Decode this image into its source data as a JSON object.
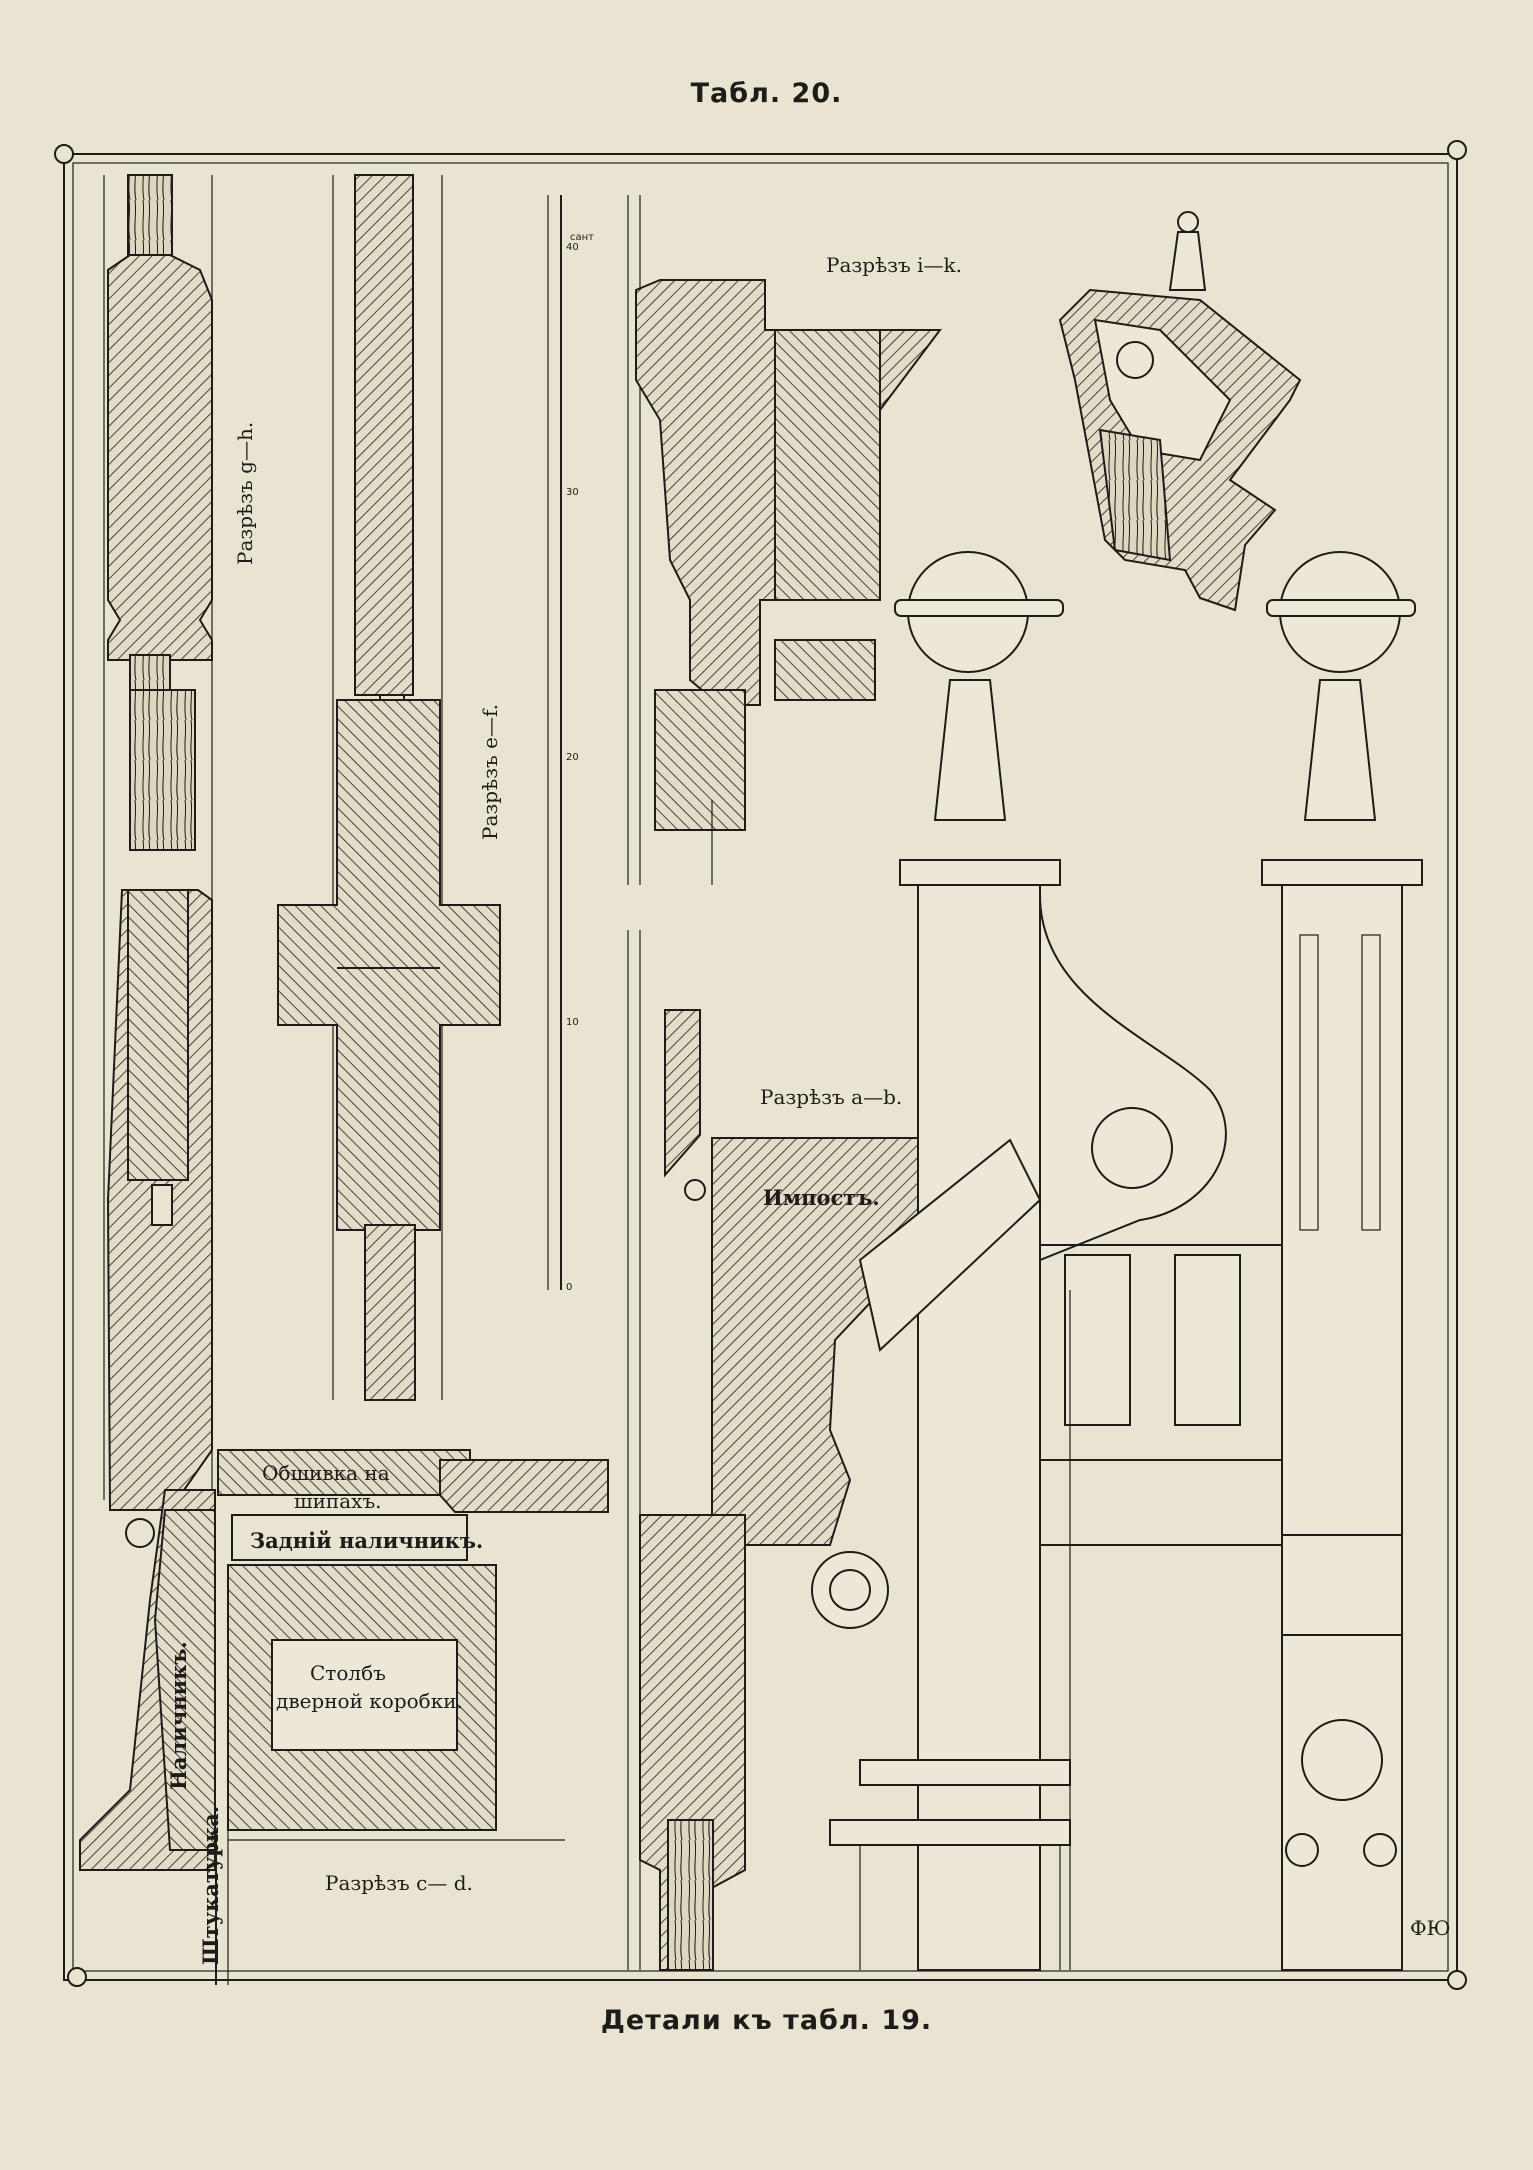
{
  "plate": {
    "title": "Табл. 20.",
    "caption": "Детали къ табл. 19."
  },
  "labels": {
    "section_gh": "Разрѣзъ g—h.",
    "section_ef": "Разрѣзъ e—f.",
    "section_ik": "Разрѣзъ i—k.",
    "section_ab": "Разрѣзъ a—b.",
    "section_cd": "Разрѣзъ c— d.",
    "impost": "Импостъ.",
    "sheathing_line1": "Обшивка на",
    "sheathing_line2": "шипахъ.",
    "rear_casing": "Заднiй наличникъ.",
    "post_line1": "Столбъ",
    "post_line2": "дверной коробки.",
    "casing": "Наличникъ.",
    "plaster": "Штукатурка.",
    "monogram": "ФЮ"
  },
  "scale": {
    "unit": "сант",
    "ticks": [
      "40",
      "30",
      "20",
      "10",
      "0"
    ]
  }
}
